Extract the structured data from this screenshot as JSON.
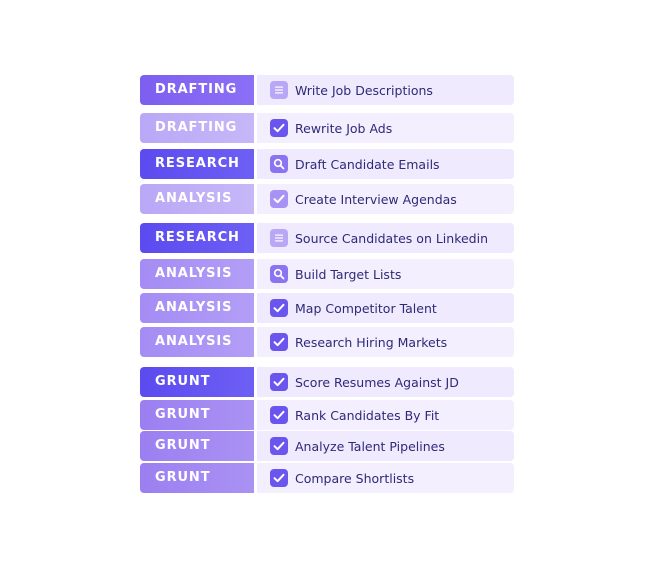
{
  "colors": {
    "accent": "#6a55ee",
    "task_text": "#2e2a78",
    "tag_text": "#ffffff"
  },
  "groups": [
    {
      "rows": [
        {
          "tag": "DRAFTING",
          "task": "Write Job Descriptions",
          "icon": "list-icon"
        },
        {
          "tag": "DRAFTING",
          "task": "Rewrite Job Ads",
          "icon": "check-icon"
        },
        {
          "tag": "RESEARCH",
          "task": "Draft Candidate Emails",
          "icon": "search-icon"
        },
        {
          "tag": "ANALYSIS",
          "task": "Create Interview Agendas",
          "icon": "check-icon"
        }
      ]
    },
    {
      "rows": [
        {
          "tag": "RESEARCH",
          "task": "Source Candidates on Linkedin",
          "icon": "list-icon"
        },
        {
          "tag": "ANALYSIS",
          "task": "Build Target Lists",
          "icon": "search-icon"
        },
        {
          "tag": "ANALYSIS",
          "task": "Map Competitor Talent",
          "icon": "check-icon"
        },
        {
          "tag": "ANALYSIS",
          "task": "Research Hiring Markets",
          "icon": "check-icon"
        }
      ]
    },
    {
      "rows": [
        {
          "tag": "GRUNT",
          "task": "Score Resumes Against JD",
          "icon": "check-icon"
        },
        {
          "tag": "GRUNT",
          "task": "Rank Candidates By Fit",
          "icon": "check-icon"
        },
        {
          "tag": "GRUNT",
          "task": "Analyze Talent Pipelines",
          "icon": "check-icon"
        },
        {
          "tag": "GRUNT",
          "task": "Compare Shortlists",
          "icon": "check-icon"
        }
      ]
    }
  ]
}
